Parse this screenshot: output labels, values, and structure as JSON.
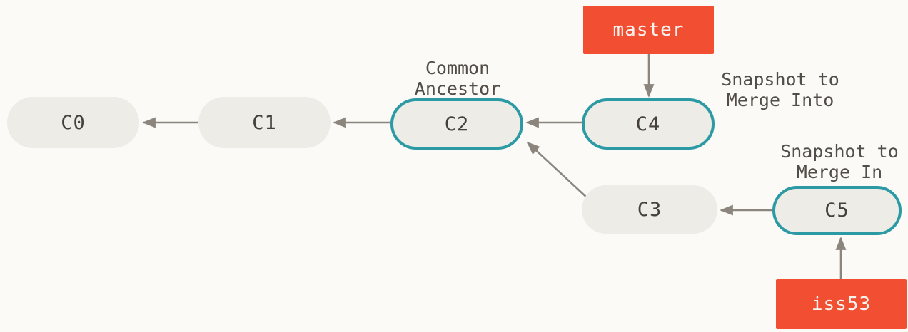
{
  "diagram": {
    "kind": "git-commit-graph",
    "commits": [
      {
        "id": "C0",
        "highlighted": false
      },
      {
        "id": "C1",
        "highlighted": false
      },
      {
        "id": "C2",
        "highlighted": true
      },
      {
        "id": "C3",
        "highlighted": false
      },
      {
        "id": "C4",
        "highlighted": true
      },
      {
        "id": "C5",
        "highlighted": true
      }
    ],
    "branches": [
      {
        "name": "master",
        "points_to": "C4"
      },
      {
        "name": "iss53",
        "points_to": "C5"
      }
    ],
    "annotations": [
      {
        "id": "common-ancestor",
        "text": "Common\nAncestor",
        "near": "C2"
      },
      {
        "id": "snapshot-merge-into",
        "text": "Snapshot to\nMerge Into",
        "near": "C4"
      },
      {
        "id": "snapshot-merge-in",
        "text": "Snapshot to\nMerge In",
        "near": "C5"
      }
    ],
    "edges": [
      {
        "from": "C1",
        "to": "C0"
      },
      {
        "from": "C2",
        "to": "C1"
      },
      {
        "from": "C4",
        "to": "C2"
      },
      {
        "from": "C3",
        "to": "C2"
      },
      {
        "from": "C5",
        "to": "C3"
      },
      {
        "from": "master",
        "to": "C4"
      },
      {
        "from": "iss53",
        "to": "C5"
      }
    ]
  },
  "colors": {
    "background": "#fbfaf7",
    "commit_fill": "#edece6",
    "commit_text": "#45403a",
    "highlight_border": "#2b9aa5",
    "branch_fill": "#f14e32",
    "branch_text": "#f7f4ef",
    "annotation_text": "#524d46",
    "arrow": "#8b857e"
  }
}
